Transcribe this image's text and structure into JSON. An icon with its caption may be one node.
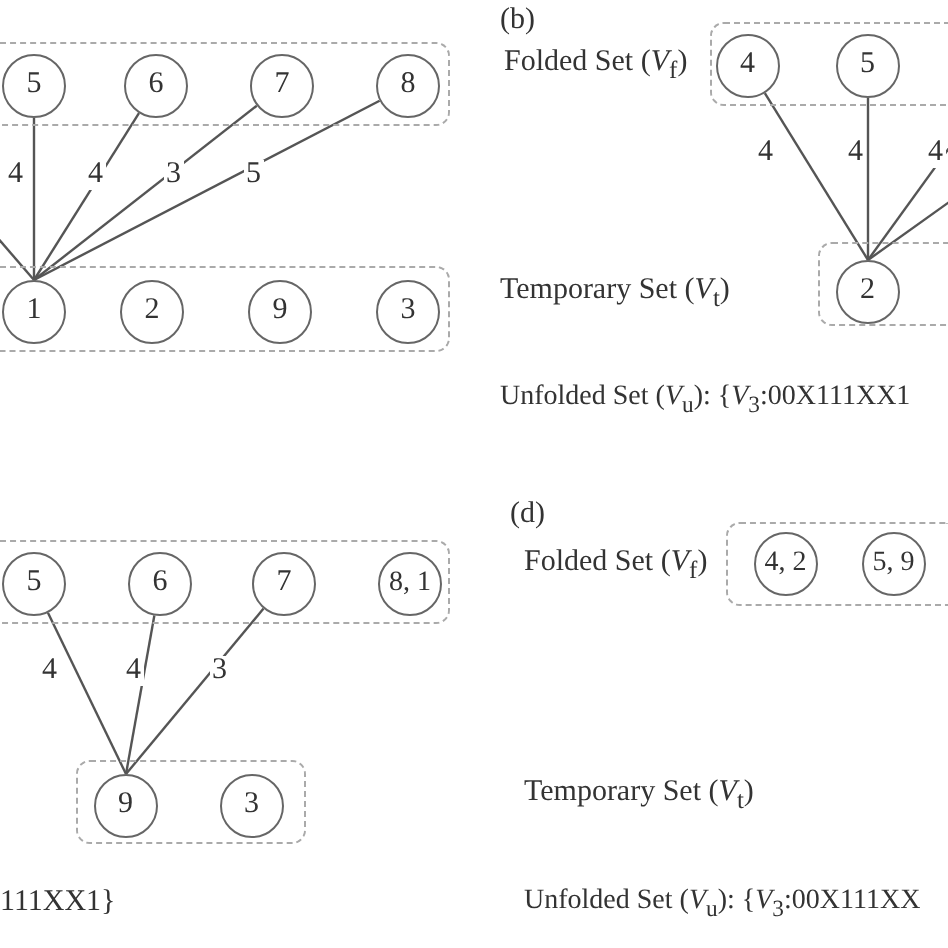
{
  "diagram": {
    "nodes": [
      {
        "text": [],
        "shape": "box"
      },
      {
        "text": [
          "5"
        ],
        "in": 0
      },
      {
        "text": [
          "6"
        ],
        "in": 0
      },
      {
        "text": [
          "7"
        ],
        "in": 0
      },
      {
        "text": [
          "8"
        ],
        "in": 0
      },
      {
        "text": [],
        "shape": "box"
      },
      {
        "text": [
          "1"
        ],
        "in": 5
      },
      {
        "text": [
          "2"
        ],
        "in": 5
      },
      {
        "text": [
          "9"
        ],
        "in": 5
      },
      {
        "text": [
          "3"
        ],
        "in": 5
      },
      {
        "text": [],
        "shape": "box"
      },
      {
        "text": [
          "4"
        ],
        "in": 10
      },
      {
        "text": [
          "5"
        ],
        "in": 10
      },
      {
        "text": [],
        "shape": "box"
      },
      {
        "text": [
          "2"
        ],
        "in": 13
      },
      {
        "text": [],
        "shape": "box"
      },
      {
        "text": [
          "5"
        ],
        "in": 15
      },
      {
        "text": [
          "6"
        ],
        "in": 15
      },
      {
        "text": [
          "7"
        ],
        "in": 15
      },
      {
        "text": [
          "8, 1"
        ],
        "in": 15
      },
      {
        "text": [],
        "shape": "box"
      },
      {
        "text": [
          "9"
        ],
        "in": 20
      },
      {
        "text": [
          "3"
        ],
        "in": 20
      },
      {
        "text": [],
        "shape": "box"
      },
      {
        "text": [
          "4, 2"
        ],
        "in": 23
      },
      {
        "text": [
          "5, 9"
        ],
        "in": 23
      }
    ],
    "edges": [
      {
        "from": null,
        "to": 6,
        "arrow": "none"
      },
      {
        "from": 1,
        "to": 6,
        "arrow": "none",
        "label": "4"
      },
      {
        "from": 2,
        "to": 6,
        "arrow": "none",
        "label": "4"
      },
      {
        "from": 3,
        "to": 6,
        "arrow": "none",
        "label": "3"
      },
      {
        "from": 4,
        "to": 6,
        "arrow": "none",
        "label": "5"
      },
      {
        "from": 11,
        "to": 14,
        "arrow": "none",
        "label": "4"
      },
      {
        "from": 12,
        "to": 14,
        "arrow": "none",
        "label": "4"
      },
      {
        "from": null,
        "to": 14,
        "arrow": "none",
        "label": "4"
      },
      {
        "from": null,
        "to": 14,
        "arrow": "none"
      },
      {
        "from": 16,
        "to": 21,
        "arrow": "none",
        "label": "4"
      },
      {
        "from": 17,
        "to": 21,
        "arrow": "none",
        "label": "4"
      },
      {
        "from": 18,
        "to": 21,
        "arrow": "none",
        "label": "3"
      }
    ],
    "labels": [
      "(b)",
      "Folded Set (*V*$_{f}$)",
      "Temporary Set (*V*$_{t}$)",
      "Unfolded Set (*V*$_{u}$): {*V*$_{3}$:00X111XX1",
      "111XX1}",
      "(d)",
      "Folded Set (*V*$_{f}$)",
      "Temporary Set (*V*$_{t}$)",
      "Unfolded Set (*V*$_{u}$): {*V*$_{3}$:00X111XX"
    ]
  }
}
